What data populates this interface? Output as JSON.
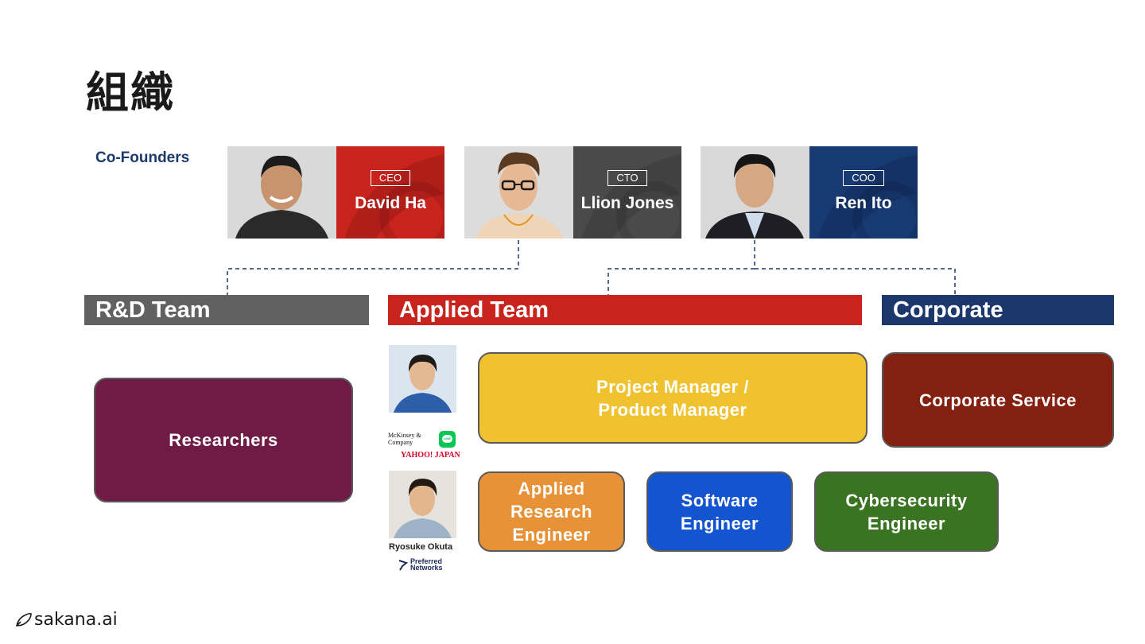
{
  "title": "組織",
  "cofounders_label": "Co-Founders",
  "founders": [
    {
      "role": "CEO",
      "name": "David Ha",
      "color": "#c9231d"
    },
    {
      "role": "CTO",
      "name": "Llion Jones",
      "color": "#4a4a4a"
    },
    {
      "role": "COO",
      "name": "Ren Ito",
      "color": "#173a73"
    }
  ],
  "teams": {
    "rd": {
      "label": "R&D Team",
      "color": "#616161"
    },
    "applied": {
      "label": "Applied Team",
      "color": "#c9231d"
    },
    "corporate": {
      "label": "Corporate",
      "color": "#1c376b"
    }
  },
  "roles": {
    "researchers": {
      "line1": "Researchers",
      "color": "#701b45"
    },
    "pm": {
      "line1": "Project Manager /",
      "line2": "Product Manager",
      "color": "#f0c230"
    },
    "corporate_service": {
      "line1": "Corporate Service",
      "color": "#84200f"
    },
    "are": {
      "line1": "Applied",
      "line2": "Research",
      "line3": "Engineer",
      "color": "#e89238"
    },
    "swe": {
      "line1": "Software",
      "line2": "Engineer",
      "color": "#1355d1"
    },
    "cyber": {
      "line1": "Cybersecurity",
      "line2": "Engineer",
      "color": "#3a7321"
    }
  },
  "applied_people": {
    "person2_name": "Ryosuke Okuta",
    "logos_person1": [
      "McKinsey & Company",
      "LINE",
      "YAHOO! JAPAN"
    ],
    "logo_person2": "Preferred Networks"
  },
  "footer": {
    "brand": "sakana.ai",
    "icon": "fish-icon"
  }
}
